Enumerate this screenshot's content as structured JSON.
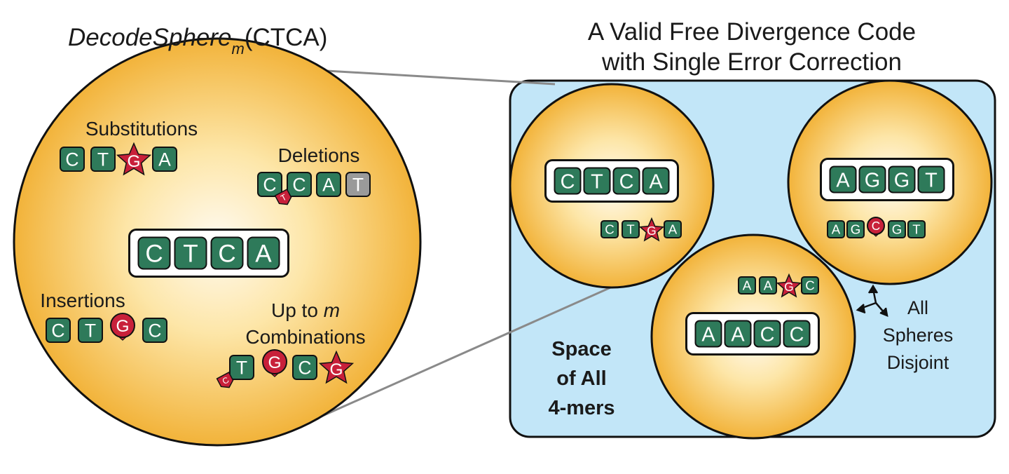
{
  "left": {
    "title_main": "DecodeSphere",
    "title_sub": "m",
    "title_arg": "(CTCA)",
    "center_word": [
      "C",
      "T",
      "C",
      "A"
    ],
    "substitutions": {
      "label": "Substitutions",
      "letters": [
        "C",
        "T",
        "G",
        "A"
      ],
      "changed_index": 2
    },
    "deletions": {
      "label": "Deletions",
      "letters": [
        "C",
        "C",
        "A",
        "T"
      ],
      "deleted_letter": "T"
    },
    "insertions": {
      "label": "Insertions",
      "letters": [
        "C",
        "T",
        "G",
        "C"
      ],
      "inserted_index": 2
    },
    "combinations": {
      "label_line1": "Up to ",
      "label_m": "m",
      "label_line2": "Combinations",
      "letters": [
        "T",
        "G",
        "C",
        "G"
      ],
      "deleted_letter": "C"
    }
  },
  "right": {
    "title_line1": "A Valid Free Divergence Code",
    "title_line2": "with Single Error Correction",
    "space_label": [
      "Space",
      "of All",
      "4-mers"
    ],
    "disjoint_label": [
      "All",
      "Spheres",
      "Disjoint"
    ],
    "spheres": [
      {
        "codeword": [
          "C",
          "T",
          "C",
          "A"
        ],
        "variant": [
          "C",
          "T",
          "G",
          "A"
        ],
        "variant_kind": "substitution"
      },
      {
        "codeword": [
          "A",
          "G",
          "G",
          "T"
        ],
        "variant": [
          "A",
          "G",
          "C",
          "G",
          "T"
        ],
        "variant_kind": "insertion"
      },
      {
        "codeword": [
          "A",
          "A",
          "C",
          "C"
        ],
        "variant": [
          "A",
          "A",
          "G",
          "C"
        ],
        "variant_kind": "substitution"
      }
    ]
  },
  "colors": {
    "tile_green": "#2e7a5a",
    "tile_gray": "#9a9a9a",
    "error_red": "#c8203a",
    "sphere_edge": "#f2b33a",
    "sphere_center": "#fff8e6",
    "space_blue": "#c2e6f8"
  }
}
